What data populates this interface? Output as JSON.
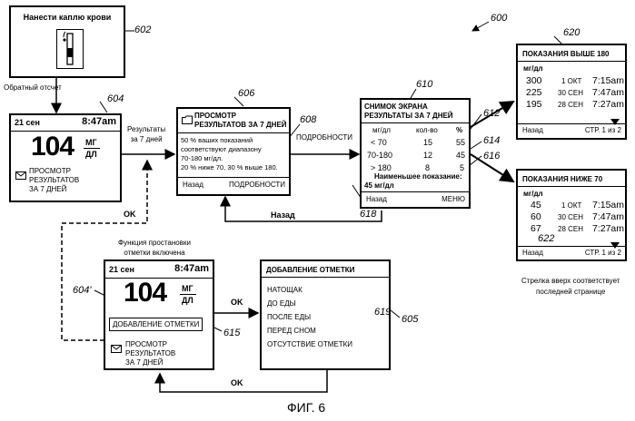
{
  "figure_label": "ФИГ. 6",
  "refs": {
    "r600": "600",
    "r602": "602",
    "r604": "604",
    "r604p": "604'",
    "r605": "605",
    "r606": "606",
    "r608": "608",
    "r610": "610",
    "r612": "612",
    "r614": "614",
    "r615": "615",
    "r616": "616",
    "r618": "618",
    "r619": "619",
    "r620": "620",
    "r622": "622"
  },
  "box_602": {
    "title": "Нанести каплю крови"
  },
  "label_countdown": "Обратный отсчет",
  "screen_604": {
    "date": "21 сен",
    "time": "8:47am",
    "value": "104",
    "unit_top": "МГ",
    "unit_bottom": "ДЛ",
    "link_lines": [
      "ПРОСМОТР",
      "РЕЗУЛЬТАТОВ",
      "ЗА 7 ДНЕЙ"
    ]
  },
  "label_results_7d": [
    "Результаты",
    "за 7 дней"
  ],
  "screen_606": {
    "title_lines": [
      "ПРОСМОТР",
      "РЕЗУЛЬТАТОВ ЗА 7 ДНЕЙ"
    ],
    "body_lines": [
      "50 % ваших показаний",
      "соответствуют диапазону",
      "70-180 мг/дл.",
      "20 % ниже 70, 30 % выше 180."
    ],
    "back": "Назад",
    "details": "ПОДРОБНОСТИ"
  },
  "label_details": "ПОДРОБНОСТИ",
  "screen_610": {
    "title_lines": [
      "СНИМОК ЭКРАНА",
      "РЕЗУЛЬТАТЫ ЗА 7 ДНЕЙ"
    ],
    "headers": [
      "мг/дл",
      "кол-во",
      "%"
    ],
    "rows": [
      [
        "< 70",
        "15",
        "55"
      ],
      [
        "70-180",
        "12",
        "45"
      ],
      [
        "> 180",
        "8",
        "5"
      ]
    ],
    "lowest_label": "Наименьшее показание:",
    "lowest_value": "45 мг/дл",
    "back": "Назад",
    "menu": "МЕНЮ"
  },
  "label_back_618": "Назад",
  "screen_620": {
    "title": "ПОКАЗАНИЯ ВЫШЕ 180",
    "unit": "мг/дл",
    "rows": [
      [
        "300",
        "1 ОКТ",
        "7:15am"
      ],
      [
        "225",
        "30 СЕН",
        "7:47am"
      ],
      [
        "195",
        "28 СЕН",
        "7:27am"
      ]
    ],
    "back": "Назад",
    "page": "СТР. 1 из 2"
  },
  "screen_622": {
    "title": "ПОКАЗАНИЯ НИЖЕ 70",
    "unit": "мг/дл",
    "rows": [
      [
        "45",
        "1 ОКТ",
        "7:15am"
      ],
      [
        "60",
        "30 СЕН",
        "7:47am"
      ],
      [
        "67",
        "28 СЕН",
        "7:27am"
      ]
    ],
    "back": "Назад",
    "page": "СТР. 1 из 2"
  },
  "label_arrow_note": [
    "Стрелка вверх соответствует",
    "последней странице"
  ],
  "label_ok_dashed": "OK",
  "label_tag_function": [
    "Функция простановки",
    "отметки включена"
  ],
  "screen_604p": {
    "date": "21 сен",
    "time": "8:47am",
    "value": "104",
    "unit_top": "МГ",
    "unit_bottom": "ДЛ",
    "tag_button": "ДОБАВЛЕНИЕ ОТМЕТКИ",
    "link_lines": [
      "ПРОСМОТР",
      "РЕЗУЛЬТАТОВ",
      "ЗА 7 ДНЕЙ"
    ]
  },
  "label_ok_mid": "OK",
  "screen_605": {
    "title": "ДОБАВЛЕНИЕ ОТМЕТКИ",
    "items": [
      "НАТОЩАК",
      "ДО ЕДЫ",
      "ПОСЛЕ ЕДЫ",
      "ПЕРЕД СНОМ",
      "ОТСУТСТВИЕ ОТМЕТКИ"
    ]
  },
  "label_ok_bottom": "OK"
}
